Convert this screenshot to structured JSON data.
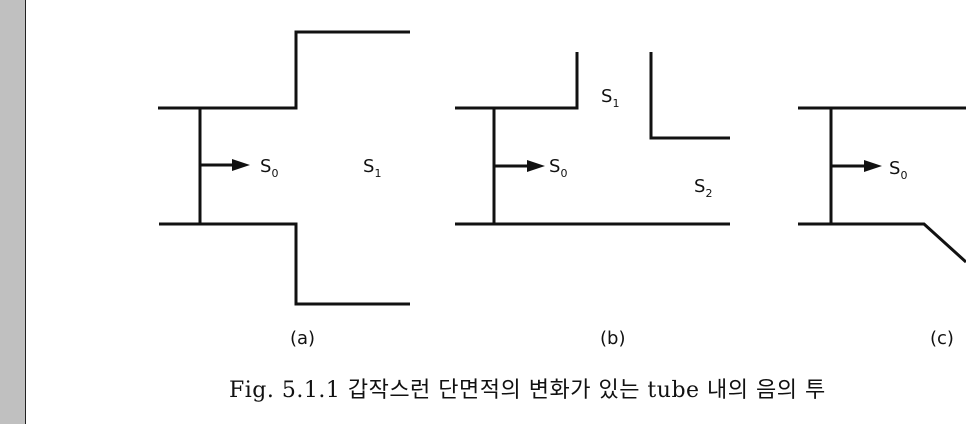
{
  "figure": {
    "panels": [
      {
        "label": "(a)",
        "areas": [
          {
            "s": "S",
            "sub": "0"
          },
          {
            "s": "S",
            "sub": "1"
          }
        ]
      },
      {
        "label": "(b)",
        "areas": [
          {
            "s": "S",
            "sub": "0"
          },
          {
            "s": "S",
            "sub": "1"
          },
          {
            "s": "S",
            "sub": "2"
          }
        ]
      },
      {
        "label": "(c)",
        "areas": [
          {
            "s": "S",
            "sub": "0"
          }
        ]
      }
    ],
    "caption": "Fig. 5.1.1  갑작스런 단면적의 변화가 있는 tube 내의 음의 투"
  }
}
